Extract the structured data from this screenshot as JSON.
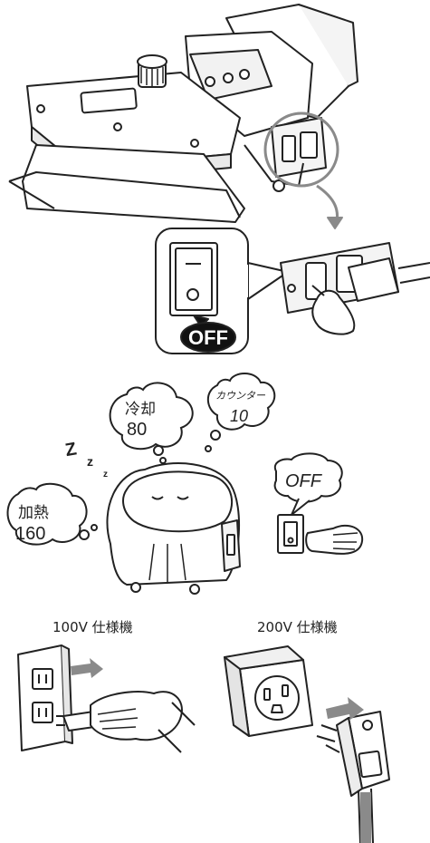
{
  "step1": {
    "switch_state": "OFF"
  },
  "step2": {
    "cooling_bubble": {
      "label": "冷却",
      "value": "80"
    },
    "counter_bubble": {
      "label": "カウンター",
      "value": "10"
    },
    "heating_bubble": {
      "label": "加熱",
      "value": "160"
    },
    "off_bubble": "OFF",
    "sleep_letters": [
      "Z",
      "z",
      "z"
    ]
  },
  "step3": {
    "spec_100v": "100V 仕様機",
    "spec_200v": "200V 仕様機"
  },
  "colors": {
    "line": "#222222",
    "gray_fill": "#8a8a8a",
    "light_gray": "#bdbdbd",
    "badge": "#111111"
  }
}
